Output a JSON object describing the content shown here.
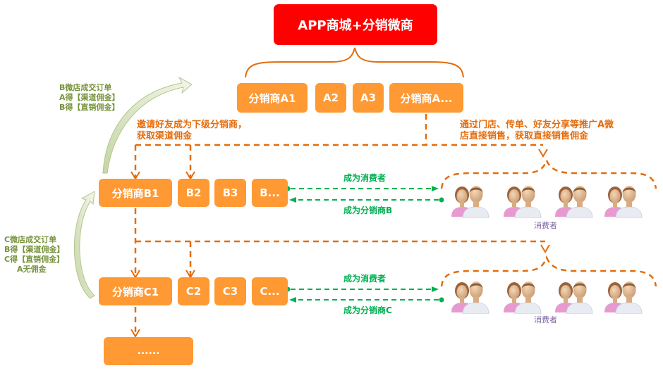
{
  "title": "APP商城+分销微商",
  "colors": {
    "title_bg": "#ff0000",
    "node_bg": "#ff9933",
    "dashed_orange": "#e46c0a",
    "dashed_green": "#00b050",
    "note_green": "#77933c",
    "consumer_caption": "#8064a2"
  },
  "tier_a": {
    "nodes": [
      "分销商A1",
      "A2",
      "A3",
      "分销商A..."
    ]
  },
  "tier_b": {
    "nodes": [
      "分销商B1",
      "B2",
      "B3",
      "B..."
    ],
    "to_consumer_label": "成为消费者",
    "from_consumer_label": "成为分销商B",
    "consumer_caption": "消费者"
  },
  "tier_c": {
    "nodes": [
      "分销商C1",
      "C2",
      "C3",
      "C..."
    ],
    "to_consumer_label": "成为消费者",
    "from_consumer_label": "成为分销商C",
    "consumer_caption": "消费者"
  },
  "tier_next": {
    "node": "......"
  },
  "notes": {
    "invite": [
      "邀请好友成为下级分销商，",
      "获取渠道佣金"
    ],
    "direct_sale": [
      "通过门店、传单、好友分享等推广A微",
      "店直接销售，获取直接销售佣金"
    ],
    "b_order": [
      "B微店成交订单",
      "A得【渠道佣金】",
      "B得【直销佣金】"
    ],
    "c_order": [
      "C微店成交订单",
      "B得【渠道佣金】",
      "C得【直销佣金】",
      "A无佣金"
    ]
  },
  "icons": {
    "consumer": "consumer-pair-icon"
  }
}
